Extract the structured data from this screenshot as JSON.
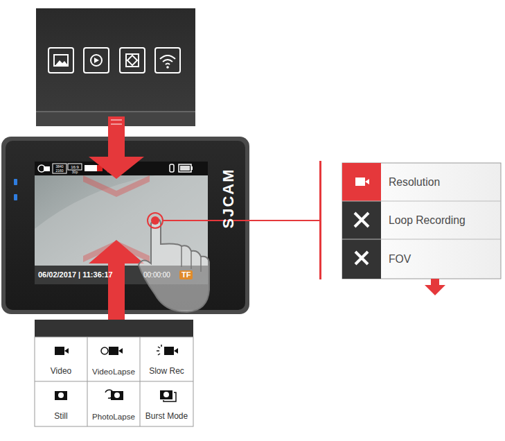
{
  "diagram": {
    "nodes": [
      {
        "text": [
          "Resolution"
        ]
      },
      {
        "text": [
          "Loop Recording"
        ]
      },
      {
        "text": [
          "FOV"
        ]
      },
      {
        "text": [
          "Video"
        ]
      },
      {
        "text": [
          "VideoLapse"
        ]
      },
      {
        "text": [
          "Slow Rec"
        ]
      },
      {
        "text": [
          "Still"
        ]
      },
      {
        "text": [
          "PhotoLapse"
        ]
      },
      {
        "text": [
          "Burst Mode"
        ]
      }
    ],
    "labels": [
      "3840",
      "2160",
      "16:9",
      "30p",
      "06/02/2017 | 11:36:17",
      "00:00:00",
      "TF",
      "SJCAM"
    ]
  }
}
